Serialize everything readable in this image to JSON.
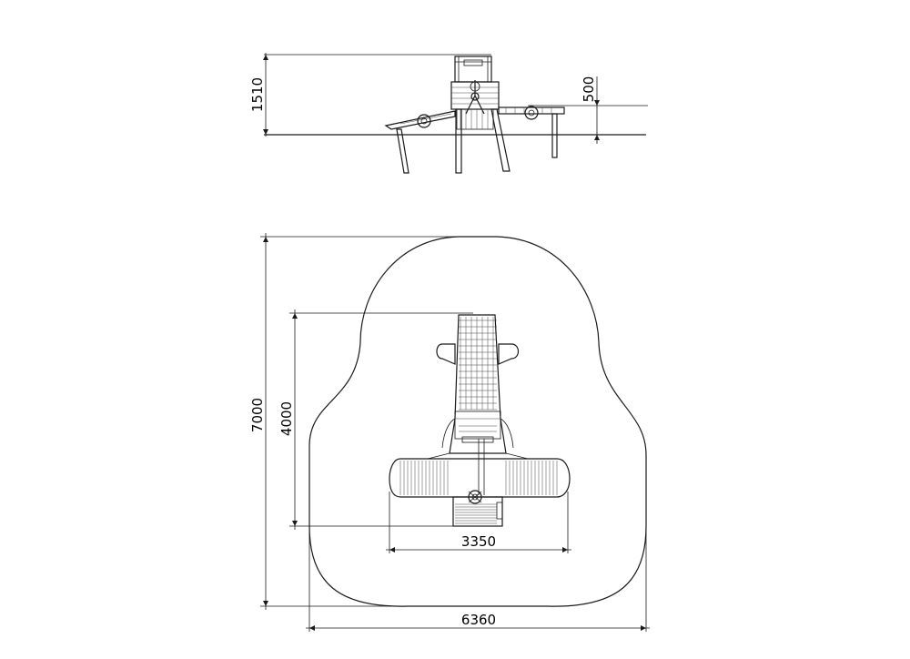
{
  "dimensions": {
    "elevation_height": "1510",
    "platform_height": "500",
    "total_depth": "7000",
    "equipment_depth": "4000",
    "wingspan": "3350",
    "total_width": "6360"
  },
  "colors": {
    "line": "#1a1a1a",
    "background": "#ffffff"
  }
}
